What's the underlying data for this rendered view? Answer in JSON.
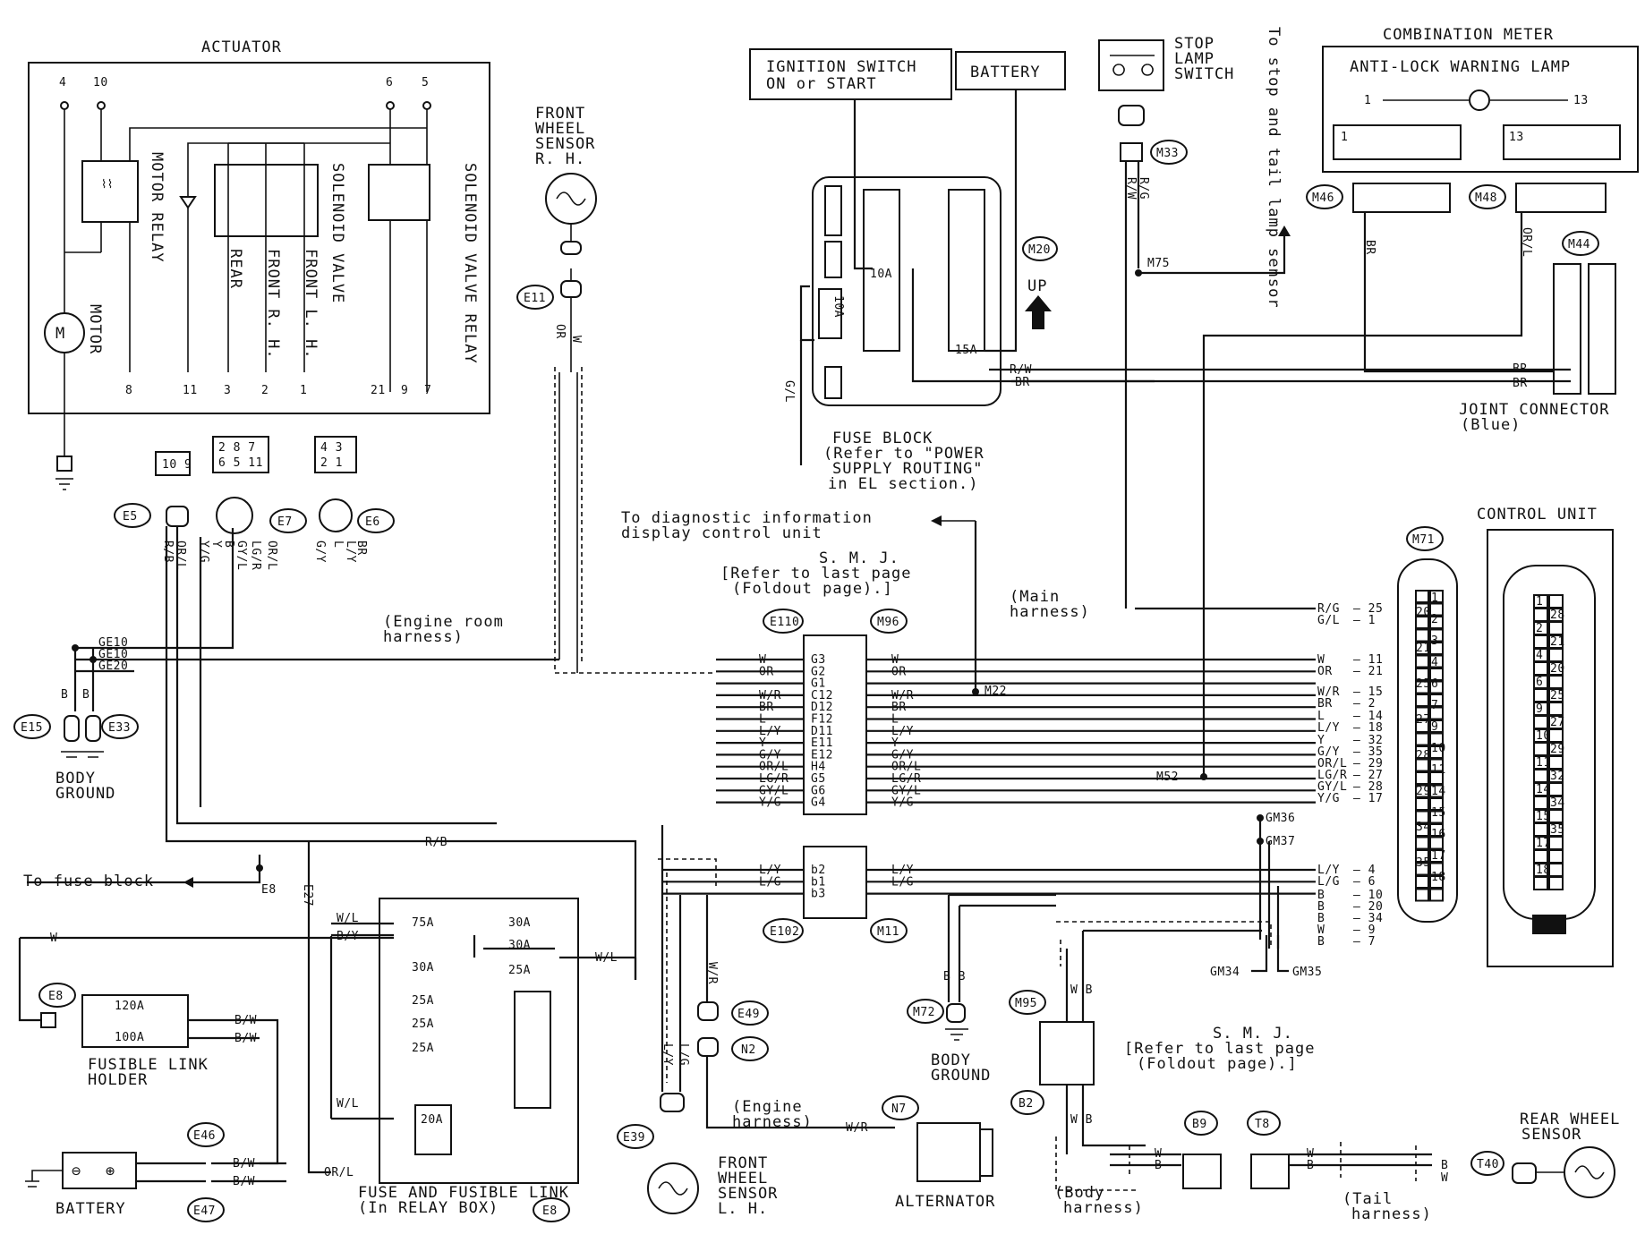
{
  "actuator": {
    "title": "ACTUATOR",
    "pins_top": [
      "4",
      "10",
      "6",
      "5"
    ],
    "pins_bottom": [
      "8",
      "11",
      "3",
      "2",
      "1",
      "21",
      "9",
      "7"
    ],
    "motor": "MOTOR",
    "motor_relay": "MOTOR RELAY",
    "sol_rear": "REAR",
    "sol_front_rh": "FRONT R. H.",
    "sol_front_lh": "FRONT L. H.",
    "sol_valve": "SOLENOID VALVE",
    "sol_valve_relay": "SOLENOID VALVE RELAY"
  },
  "front_sensor_rh": {
    "line1": "FRONT",
    "line2": "WHEEL",
    "line3": "SENSOR",
    "line4": "R. H.",
    "conn": "E11",
    "w1": "W",
    "w2": "OR"
  },
  "ignition": {
    "line1": "IGNITION SWITCH",
    "line2": "ON or START"
  },
  "battery_box": "BATTERY",
  "stop_lamp": {
    "line1": "STOP",
    "line2": "LAMP",
    "line3": "SWITCH",
    "conn": "M33",
    "w1": "R/G",
    "w2": "R/W"
  },
  "to_stop_tail": "To stop and tail lamp sensor",
  "combo_meter": {
    "title": "COMBINATION METER",
    "lamp": "ANTI-LOCK WARNING LAMP",
    "p1": "1",
    "p13": "13",
    "c1": "1",
    "c13": "13",
    "m46": "M46",
    "m48": "M48",
    "w_br": "BR",
    "w_orl": "OR/L"
  },
  "joint": {
    "conn": "M44",
    "title": "JOINT CONNECTOR",
    "sub": "(Blue)",
    "w1": "BR",
    "w2": "BR"
  },
  "fuse_block": {
    "conn": "M20",
    "f1": "10A",
    "f2": "10A",
    "f3": "15A",
    "up": "UP",
    "w_rw": "R/W",
    "w_br": "BR",
    "w_gl": "G/L",
    "line1": "FUSE BLOCK",
    "line2": "(Refer to \"POWER",
    "line3": "SUPPLY ROUTING\"",
    "line4": "in EL section.)",
    "m75": "M75"
  },
  "connectors": {
    "e10_pins": "10 9",
    "e7_pins_top": "2 8 7",
    "e7_pins_bot": "6 5 11",
    "e6_pins_top": "4 3",
    "e6_pins_bot": "2 1",
    "e5": "E5",
    "e7": "E7",
    "e6": "E6",
    "e5_w1": "OR/L",
    "e5_w2": "R/B",
    "e7_w": [
      "Y/G",
      "Y",
      "B",
      "GY/L",
      "LG/R",
      "OR/L"
    ],
    "e6_w": [
      "G/Y",
      "L",
      "L/Y",
      "BR"
    ]
  },
  "engine_room_harness": {
    "line1": "(Engine room",
    "line2": "harness)"
  },
  "main_harness": {
    "line1": "(Main",
    "line2": "harness)"
  },
  "grounds": {
    "ge10a": "GE10",
    "ge10b": "GE10",
    "ge20": "GE20",
    "e15": "E15",
    "e33": "E33",
    "b1": "B",
    "b2": "B",
    "body": "BODY",
    "ground": "GROUND"
  },
  "diag": {
    "line1": "To diagnostic information",
    "line2": "display control unit"
  },
  "smj_top": {
    "line1": "S. M. J.",
    "line2": "[Refer to last page",
    "line3": "(Foldout page).]",
    "e110": "E110",
    "m96": "M96",
    "m22": "M22"
  },
  "smj_rows": [
    {
      "l": "W",
      "pin": "G3",
      "r": "W"
    },
    {
      "l": "OR",
      "pin": "G2",
      "r": "OR"
    },
    {
      "l": "",
      "pin": "G1",
      "r": ""
    },
    {
      "l": "W/R",
      "pin": "C12",
      "r": "W/R"
    },
    {
      "l": "BR",
      "pin": "D12",
      "r": "BR"
    },
    {
      "l": "L",
      "pin": "F12",
      "r": "L"
    },
    {
      "l": "L/Y",
      "pin": "D11",
      "r": "L/Y"
    },
    {
      "l": "Y",
      "pin": "E11",
      "r": "Y"
    },
    {
      "l": "G/Y",
      "pin": "E12",
      "r": "G/Y"
    },
    {
      "l": "OR/L",
      "pin": "H4",
      "r": "OR/L"
    },
    {
      "l": "LG/R",
      "pin": "G5",
      "r": "LG/R"
    },
    {
      "l": "GY/L",
      "pin": "G6",
      "r": "GY/L"
    },
    {
      "l": "Y/G",
      "pin": "G4",
      "r": "Y/G"
    }
  ],
  "smj2_rows": [
    {
      "l": "L/Y",
      "pin": "b2",
      "r": "L/Y"
    },
    {
      "l": "L/G",
      "pin": "b1",
      "r": "L/G"
    },
    {
      "l": "",
      "pin": "b3",
      "r": ""
    }
  ],
  "smj2": {
    "e102": "E102",
    "m11": "M11"
  },
  "control_unit": {
    "title": "CONTROL UNIT",
    "conn": "M71",
    "m52": "M52",
    "gm36": "GM36",
    "gm37": "GM37",
    "gm34": "GM34",
    "gm35": "GM35",
    "rows": [
      {
        "w": "R/G",
        "p": "25"
      },
      {
        "w": "G/L",
        "p": "1"
      },
      {
        "w": "W",
        "p": "11"
      },
      {
        "w": "OR",
        "p": "21"
      },
      {
        "w": "W/R",
        "p": "15"
      },
      {
        "w": "BR",
        "p": "2"
      },
      {
        "w": "L",
        "p": "14"
      },
      {
        "w": "L/Y",
        "p": "18"
      },
      {
        "w": "Y",
        "p": "32"
      },
      {
        "w": "G/Y",
        "p": "35"
      },
      {
        "w": "OR/L",
        "p": "29"
      },
      {
        "w": "LG/R",
        "p": "27"
      },
      {
        "w": "GY/L",
        "p": "28"
      },
      {
        "w": "Y/G",
        "p": "17"
      },
      {
        "w": "L/Y",
        "p": "4"
      },
      {
        "w": "L/G",
        "p": "6"
      },
      {
        "w": "B",
        "p": "10"
      },
      {
        "w": "B",
        "p": "20"
      },
      {
        "w": "B",
        "p": "34"
      },
      {
        "w": "W",
        "p": "9"
      },
      {
        "w": "B",
        "p": "7"
      }
    ],
    "left_pins": [
      "20",
      "21",
      "25",
      "27",
      "28",
      "29",
      "34",
      "35"
    ],
    "right_pins": [
      "1",
      "2",
      "3",
      "4",
      "6",
      "7",
      "9",
      "10",
      "11",
      "14",
      "15",
      "16",
      "17",
      "18"
    ],
    "cu_pins_a": [
      "1",
      "2",
      "4",
      "6",
      "9",
      "10",
      "11",
      "14",
      "15",
      "17",
      "18"
    ],
    "cu_pins_b": [
      "28",
      "21",
      "20",
      "25",
      "27",
      "29",
      "32",
      "34",
      "35"
    ]
  },
  "to_fuse_block": "To fuse block",
  "e8_lbl": "E8",
  "e27": "E27",
  "w_rb": "R/B",
  "w_w": "W",
  "w_wl": "W/L",
  "w_by": "B/Y",
  "fusible": {
    "conn": "E8",
    "f1": "120A",
    "f2": "100A",
    "bw1": "B/W",
    "bw2": "B/W",
    "line1": "FUSIBLE LINK",
    "line2": "HOLDER"
  },
  "relay_box": {
    "f75": "75A",
    "f30a": "30A",
    "f30b": "30A",
    "f30c": "30A",
    "f25a": "25A",
    "f25b": "25A",
    "f25c": "25A",
    "f25d": "25A",
    "f20": "20A",
    "w_wl": "W/L",
    "w_wl2": "W/L",
    "w_orl": "OR/L",
    "line1": "FUSE AND FUSIBLE LINK",
    "line2": "(In RELAY BOX)",
    "conn": "E8"
  },
  "battery": {
    "label": "BATTERY",
    "e46": "E46",
    "e47": "E47",
    "bw1": "B/W",
    "bw2": "B/W"
  },
  "front_sensor_lh": {
    "e49": "E49",
    "n2": "N2",
    "e39": "E39",
    "w_wr": "W/R",
    "w_ly": "L/Y",
    "w_lg": "L/G",
    "line1": "FRONT",
    "line2": "WHEEL",
    "line3": "SENSOR",
    "line4": "L. H."
  },
  "engine_harness": {
    "line1": "(Engine",
    "line2": "harness)"
  },
  "alternator": {
    "conn": "N7",
    "label": "ALTERNATOR",
    "w": "W/R"
  },
  "m72": {
    "conn": "M72",
    "body": "BODY",
    "ground": "GROUND",
    "w": "B B"
  },
  "smj_bottom": {
    "m95": "M95",
    "b2": "B2",
    "line1": "S. M. J.",
    "line2": "[Refer to last page",
    "line3": "(Foldout page).]",
    "w1": "W B",
    "w2": "W B"
  },
  "rear": {
    "b9": "B9",
    "t8": "T8",
    "t40": "T40",
    "body_h1": "(Body",
    "body_h2": "harness)",
    "tail_h1": "(Tail",
    "tail_h2": "harness)",
    "sensor1": "REAR WHEEL",
    "sensor2": "SENSOR",
    "w_w": "W",
    "w_b": "B",
    "w_w2": "W",
    "w_b2": "B",
    "w_b3": "B",
    "w_w3": "W"
  }
}
